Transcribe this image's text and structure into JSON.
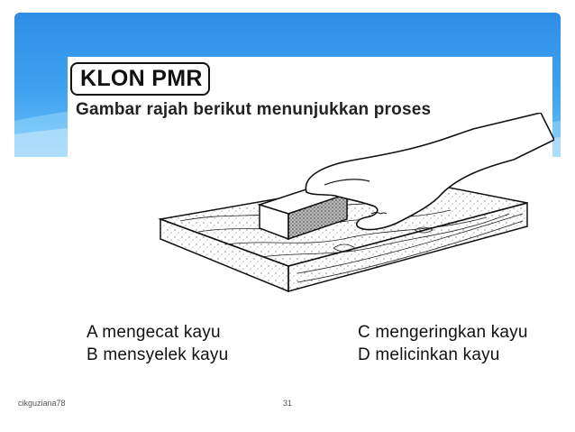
{
  "slide": {
    "badge": "KLON PMR",
    "prompt": "Gambar rajah berikut menunjukkan proses",
    "options": [
      {
        "text": "A mengecat kayu"
      },
      {
        "text": "B mensyelek kayu"
      },
      {
        "text": "C mengeringkan kayu"
      },
      {
        "text": "D melicinkan kayu"
      }
    ]
  },
  "footer": {
    "author": "cikguziana78",
    "page": "31"
  },
  "colors": {
    "header_top": "#2e8ee6",
    "header_bottom": "#6fc3f7"
  }
}
